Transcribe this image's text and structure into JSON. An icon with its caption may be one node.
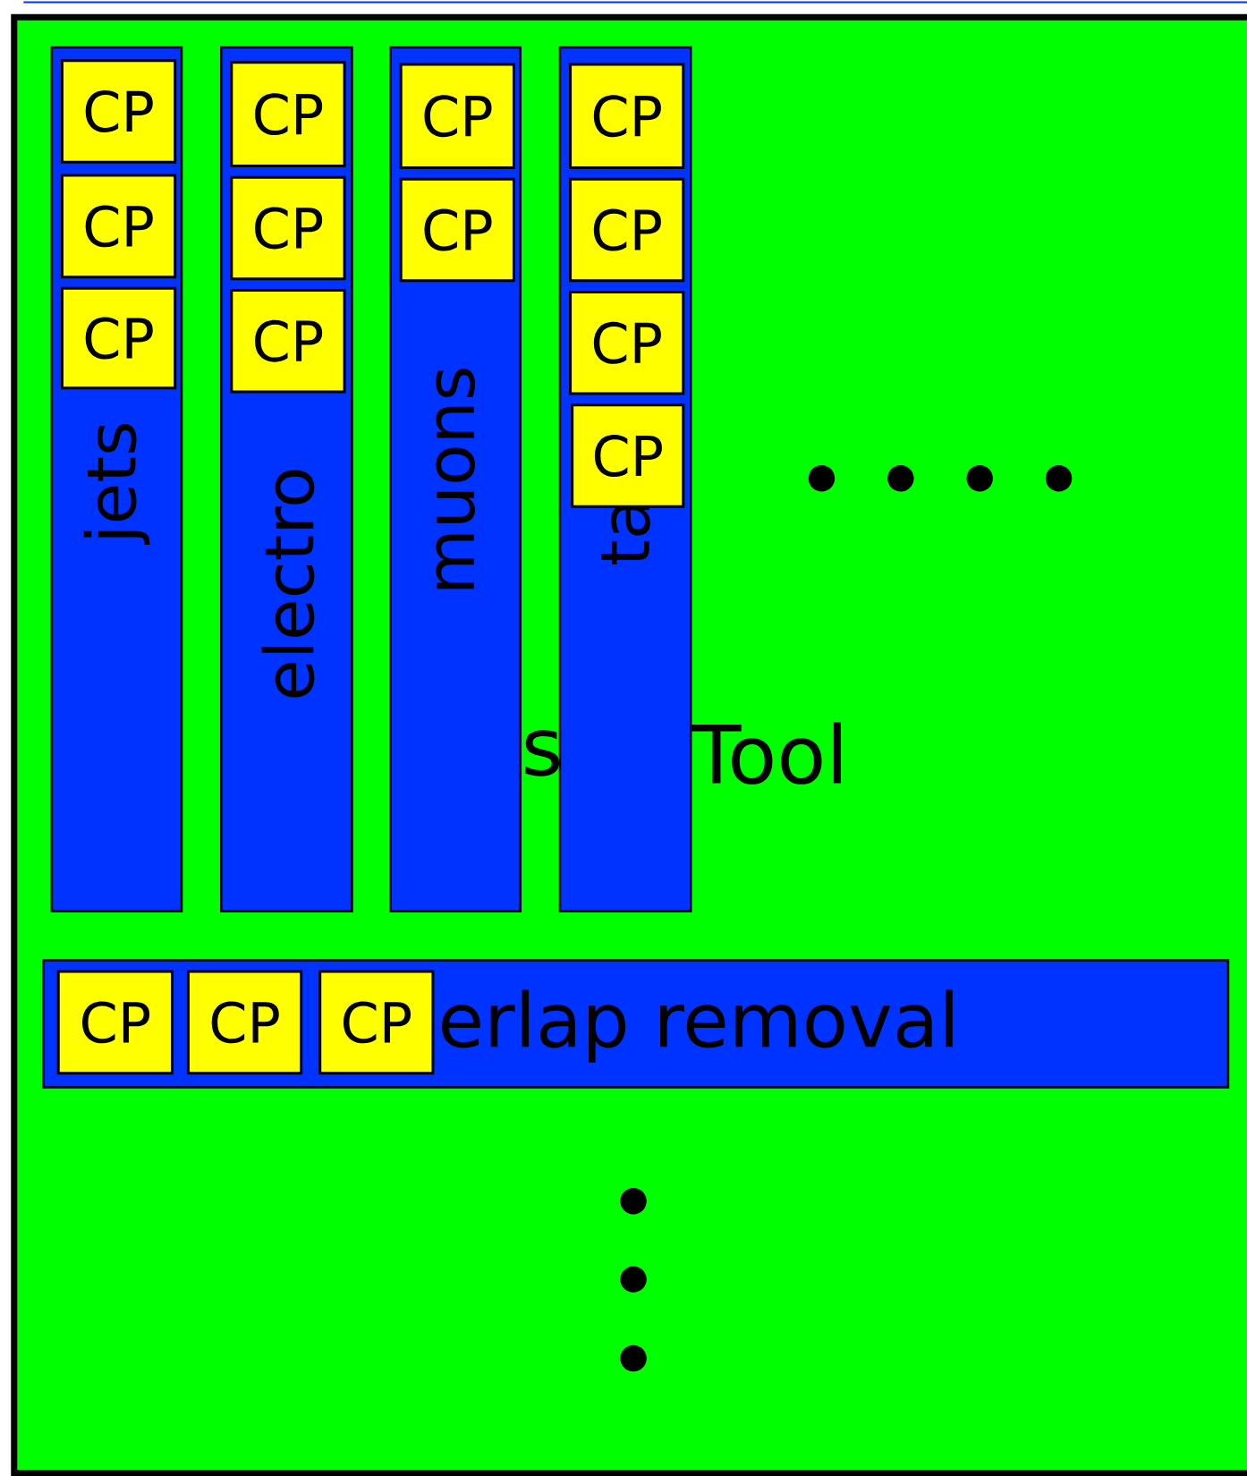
{
  "diagram": {
    "nodes": [
      {
        "text": [
          "s",
          "Tool"
        ]
      },
      {
        "text": [
          "jets"
        ],
        "in": 0
      },
      {
        "text": [
          "CP"
        ],
        "in": 1
      },
      {
        "text": [
          "CP"
        ],
        "in": 1
      },
      {
        "text": [
          "CP"
        ],
        "in": 1
      },
      {
        "text": [
          "electro"
        ],
        "in": 0
      },
      {
        "text": [
          "CP"
        ],
        "in": 5
      },
      {
        "text": [
          "CP"
        ],
        "in": 5
      },
      {
        "text": [
          "CP"
        ],
        "in": 5
      },
      {
        "text": [
          "muons"
        ],
        "in": 0
      },
      {
        "text": [
          "CP"
        ],
        "in": 9
      },
      {
        "text": [
          "CP"
        ],
        "in": 9
      },
      {
        "text": [
          "ta"
        ],
        "in": 0
      },
      {
        "text": [
          "CP"
        ],
        "in": 12
      },
      {
        "text": [
          "CP"
        ],
        "in": 12
      },
      {
        "text": [
          "CP"
        ],
        "in": 12
      },
      {
        "text": [
          "CP"
        ],
        "in": 12
      },
      {
        "text": [
          "erlap removal"
        ],
        "in": 0
      },
      {
        "text": [
          "CP"
        ],
        "in": 17
      },
      {
        "text": [
          "CP"
        ],
        "in": 17
      },
      {
        "text": [
          "CP"
        ],
        "in": 17
      }
    ]
  }
}
